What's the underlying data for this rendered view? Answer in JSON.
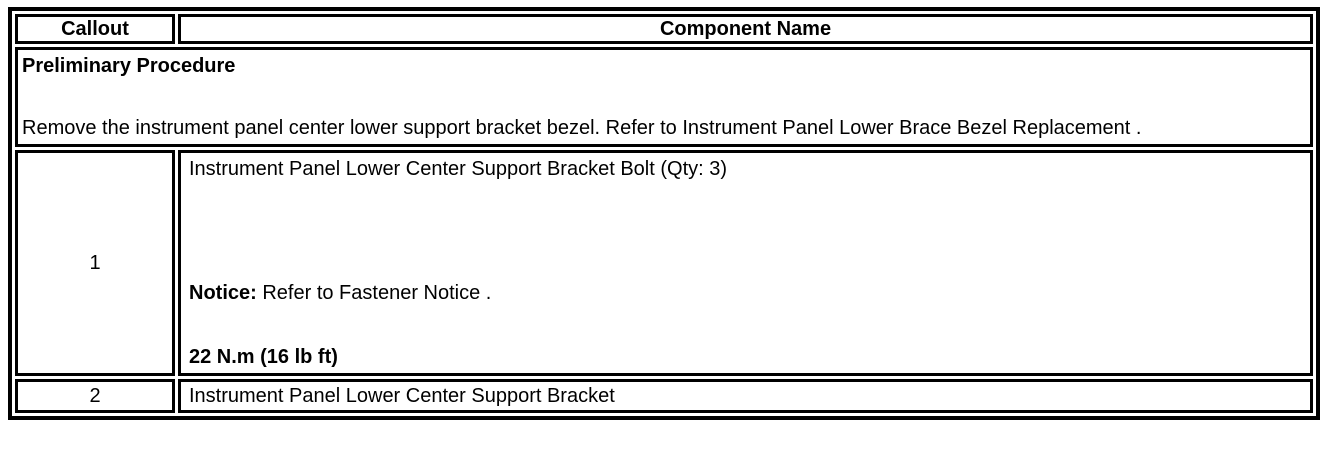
{
  "colors": {
    "border": "#000000",
    "background": "#ffffff",
    "text": "#000000"
  },
  "table": {
    "headers": {
      "callout": "Callout",
      "component": "Component Name"
    },
    "preliminary": {
      "title": "Preliminary Procedure",
      "body": "Remove the instrument panel center lower support bracket bezel. Refer to Instrument Panel Lower Brace Bezel Replacement ."
    },
    "rows": [
      {
        "callout": "1",
        "name": "Instrument Panel Lower Center Support Bracket Bolt (Qty: 3)",
        "notice_label": "Notice:",
        "notice_text": " Refer to Fastener Notice .",
        "torque": "22 N.m (16 lb ft)"
      },
      {
        "callout": "2",
        "name": "Instrument Panel Lower Center Support Bracket"
      }
    ]
  }
}
